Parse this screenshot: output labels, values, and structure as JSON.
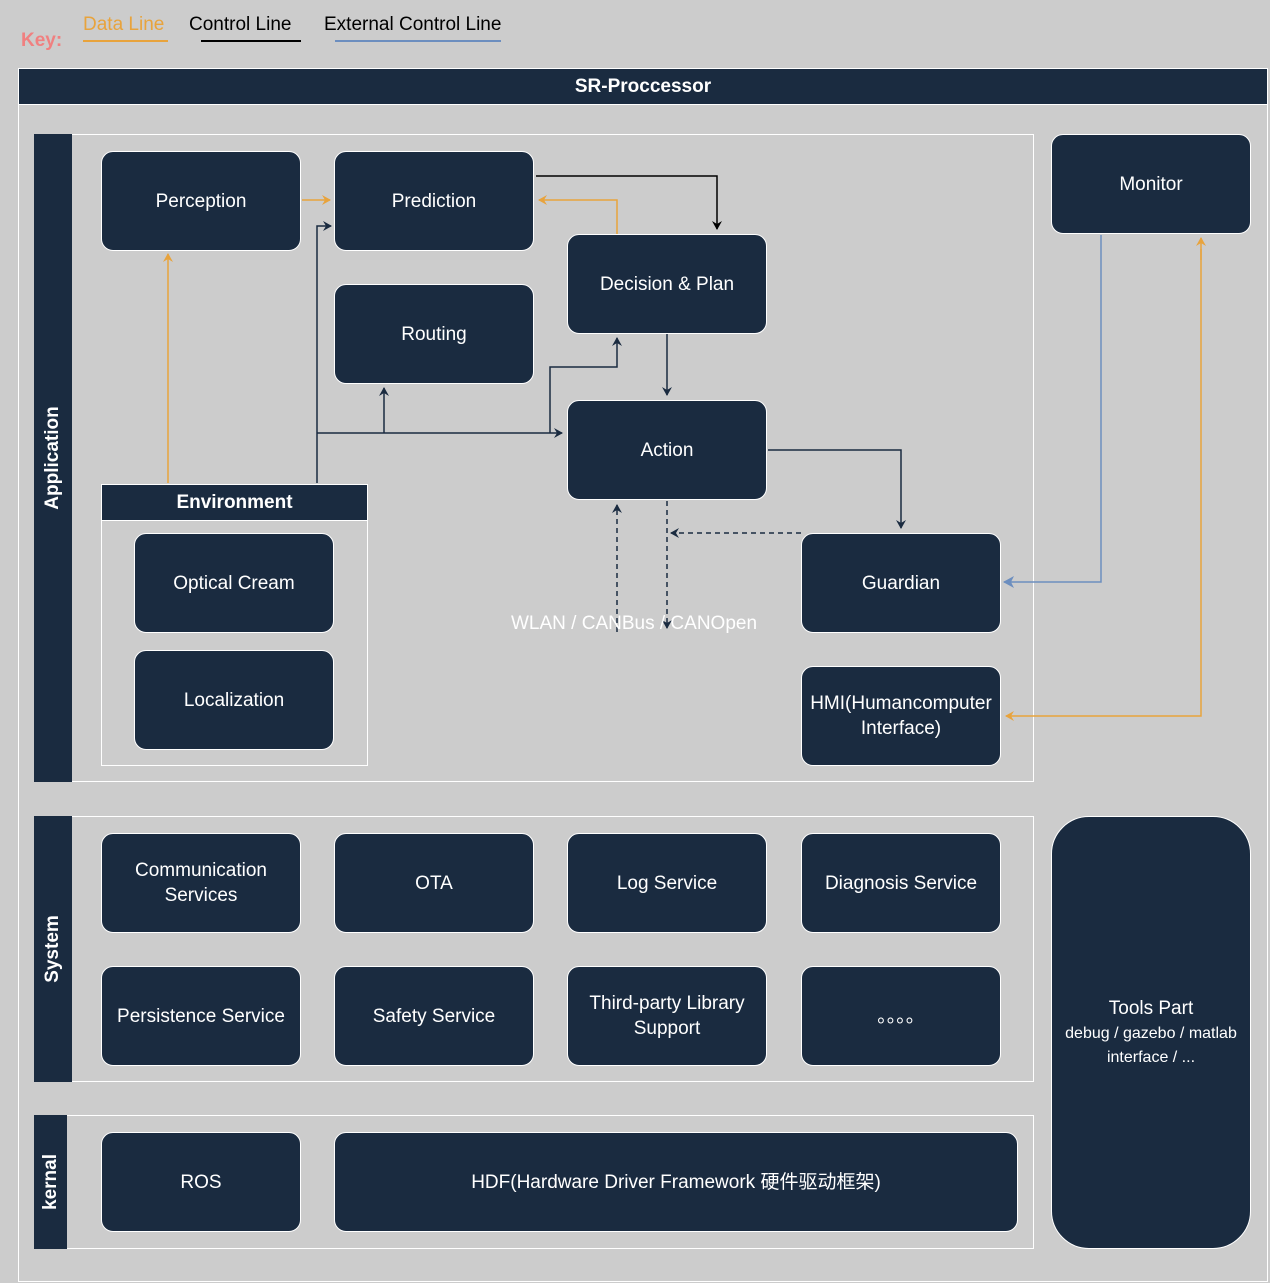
{
  "colors": {
    "data_line": "#e8a33c",
    "control_line": "#1a2b40",
    "external_control_line": "#6c8ebf",
    "node_fill": "#1a2b40",
    "key_label": "#f08080",
    "background": "#cccccc"
  },
  "key": {
    "label": "Key:",
    "data_line": "Data Line",
    "control_line": "Control Line",
    "external_control_line": "External Control Line"
  },
  "header": {
    "title": "SR-Proccessor"
  },
  "sections": {
    "application": "Application",
    "system": "System",
    "kernel": "kernal"
  },
  "application": {
    "perception": "Perception",
    "prediction": "Prediction",
    "routing": "Routing",
    "decision_plan": "Decision & Plan",
    "action": "Action",
    "guardian": "Guardian",
    "hmi_line1": "HMI(Humancomputer",
    "hmi_line2": "Interface)",
    "environment": {
      "title": "Environment",
      "optical": "Optical Cream",
      "localization": "Localization"
    },
    "bus_label": "WLAN / CANBus / CANOpen"
  },
  "monitor": "Monitor",
  "system": {
    "communication_line1": "Communication",
    "communication_line2": "Services",
    "ota": "OTA",
    "log": "Log Service",
    "diagnosis": "Diagnosis Service",
    "persistence": "Persistence Service",
    "safety": "Safety Service",
    "third_party_line1": "Third-party Library",
    "third_party_line2": "Support",
    "more": "。。。。"
  },
  "kernel": {
    "ros": "ROS",
    "hdf": "HDF(Hardware Driver Framework 硬件驱动框架)"
  },
  "tools": {
    "title": "Tools Part",
    "subtitle_line1": "debug / gazebo / matlab",
    "subtitle_line2": "interface / ..."
  }
}
